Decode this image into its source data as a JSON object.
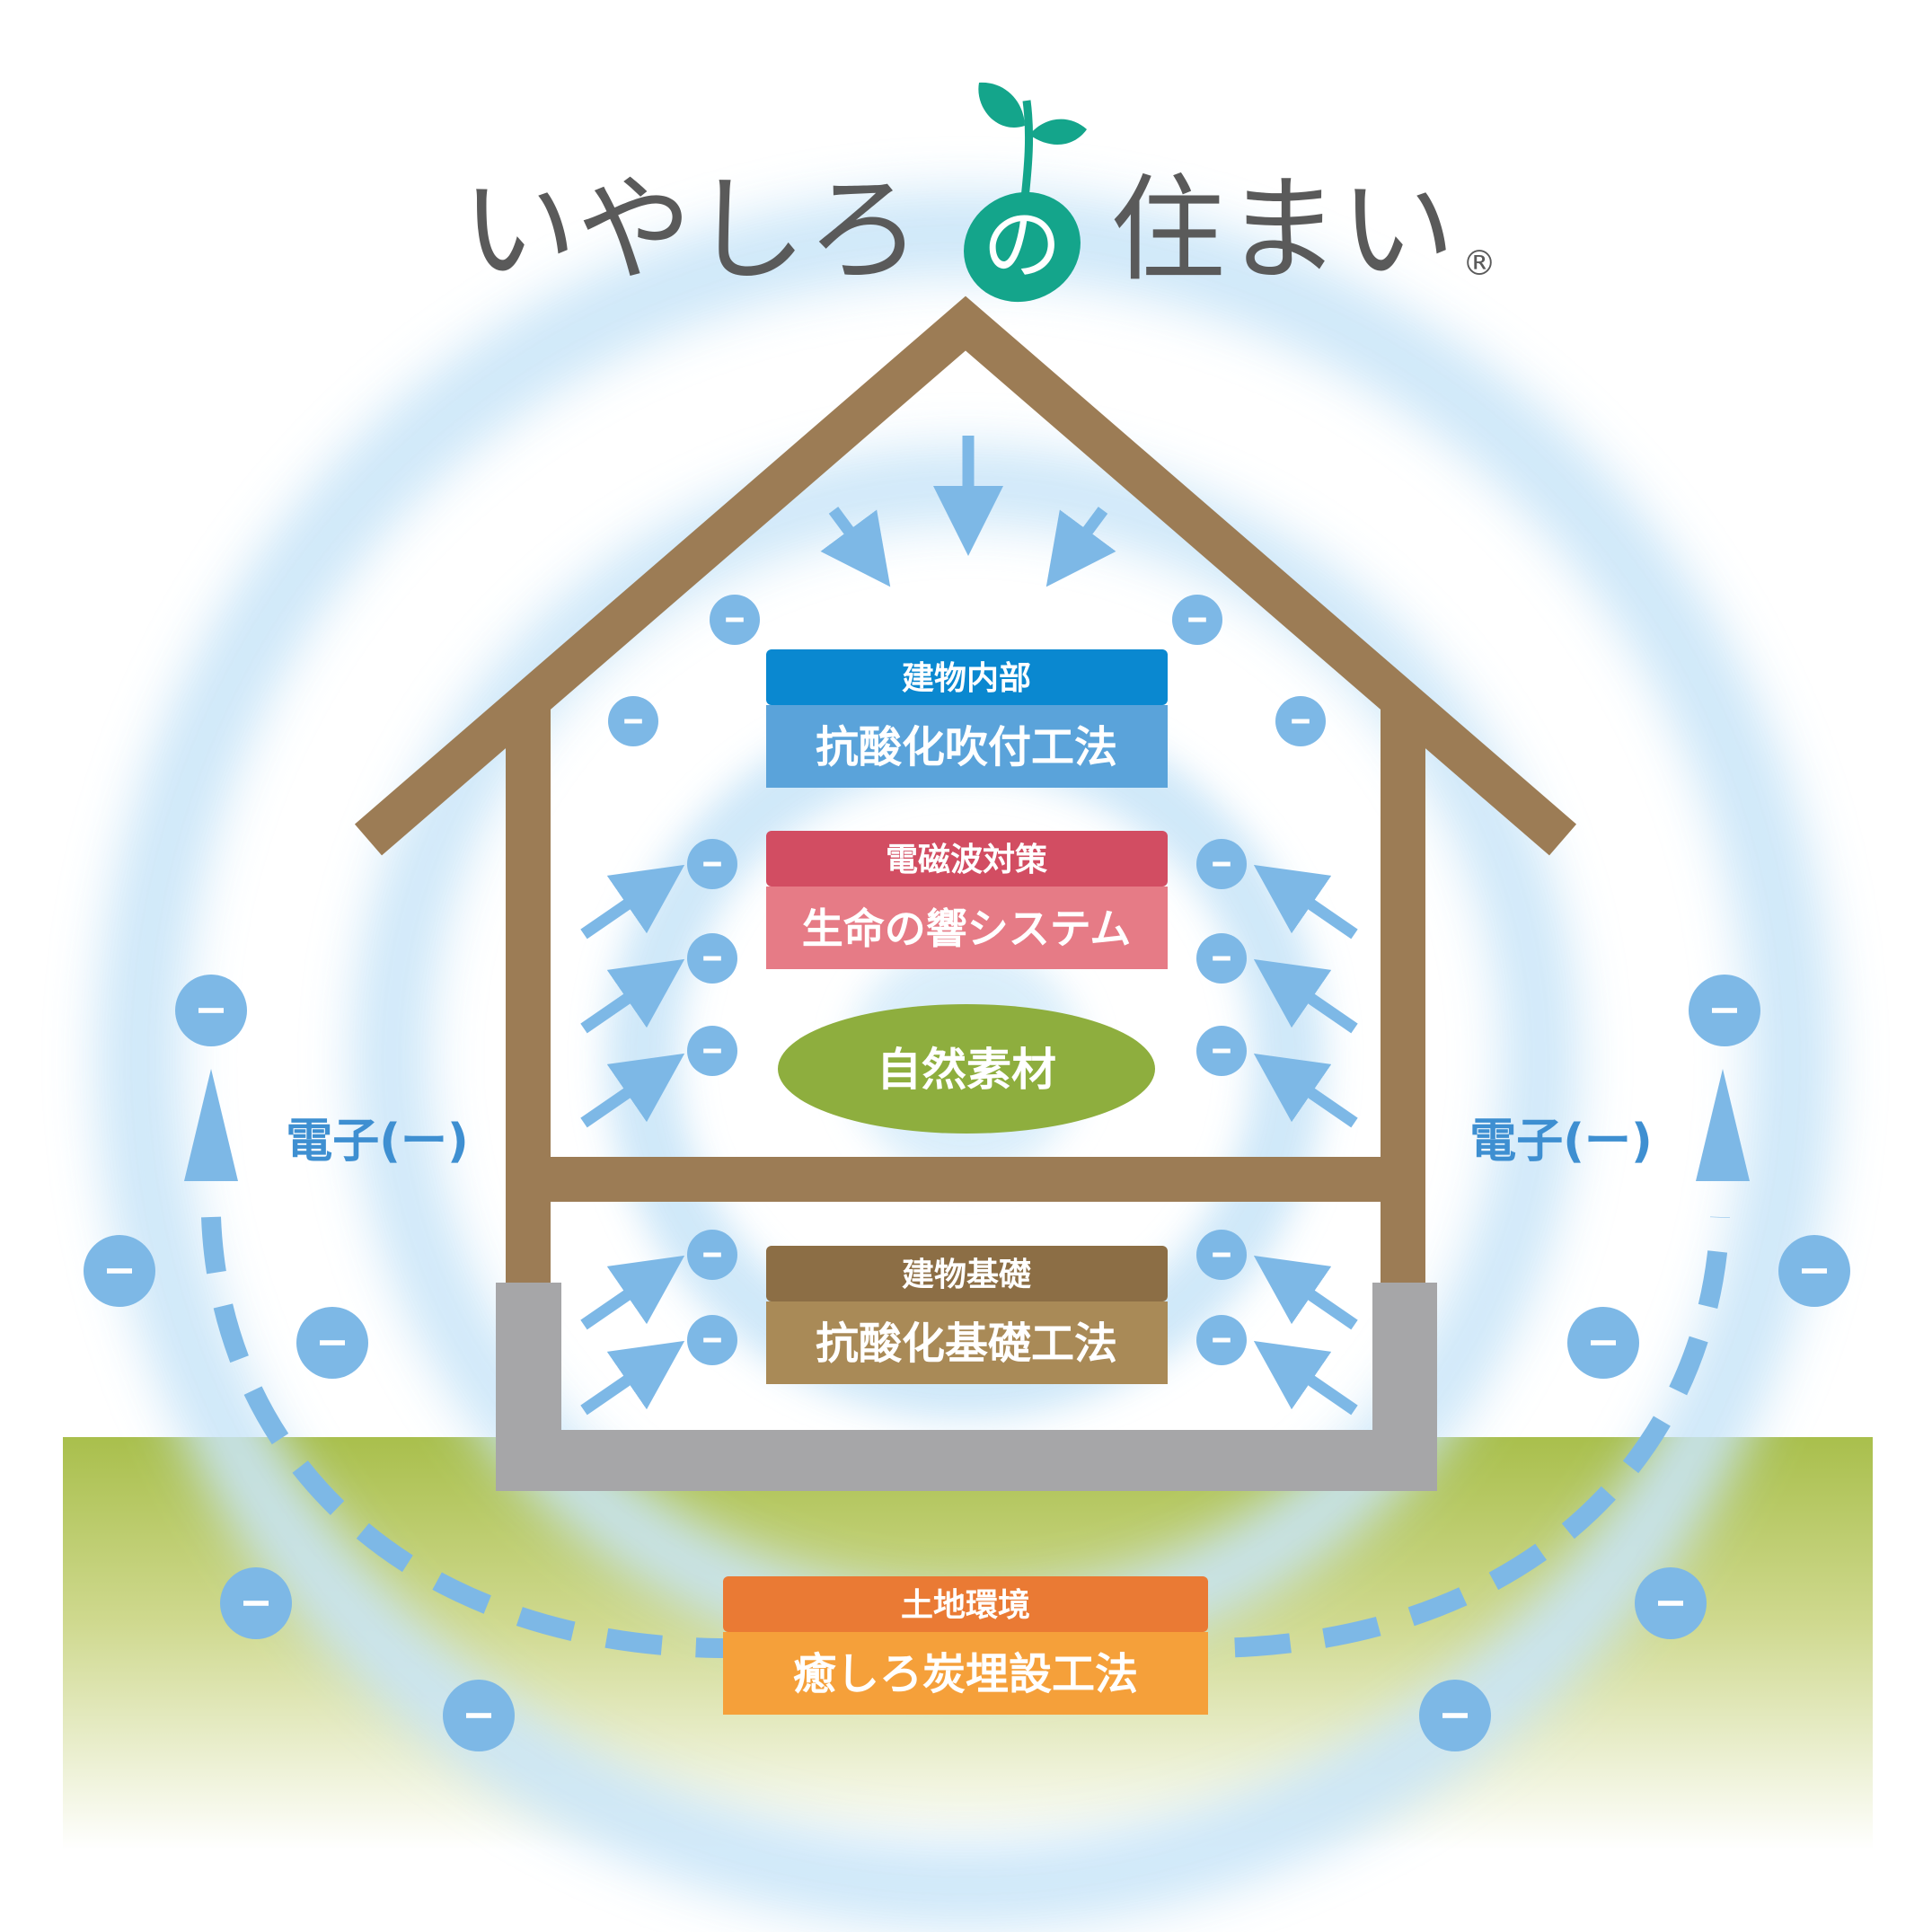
{
  "logo": {
    "text_before": "いやしろ",
    "no_char": "の",
    "text_after": "住まい",
    "registered_mark": "®",
    "accent_color": "#14a58b"
  },
  "sections": {
    "interior": {
      "header": "建物内部",
      "body": "抗酸化吹付工法",
      "header_color": "#0a88d0",
      "body_color": "#5aa3da"
    },
    "em": {
      "header": "電磁波対策",
      "body": "生命の響システム",
      "header_color": "#d24d62",
      "body_color": "#e67b86"
    },
    "natural": {
      "label": "自然素材",
      "color": "#8eae3e"
    },
    "foundation": {
      "header": "建物基礎",
      "body": "抗酸化基礎工法",
      "header_color": "#8c6e45",
      "body_color": "#a98a57"
    },
    "land": {
      "header": "土地環境",
      "body": "癒しろ炭埋設工法",
      "header_color": "#ea7a34",
      "body_color": "#f5a03a"
    }
  },
  "electron_labels": {
    "left": "電子(ー)",
    "right": "電子(ー)"
  },
  "electron_symbol": "−",
  "colors": {
    "house_frame": "#9c7c55",
    "foundation": "#a6a6a8",
    "ground_top": "#a9bf4c",
    "ground_bottom": "#ffffff",
    "glow": "#cfe8f8",
    "arrow": "#7db8e6",
    "electron_text": "#3e8fd1"
  }
}
